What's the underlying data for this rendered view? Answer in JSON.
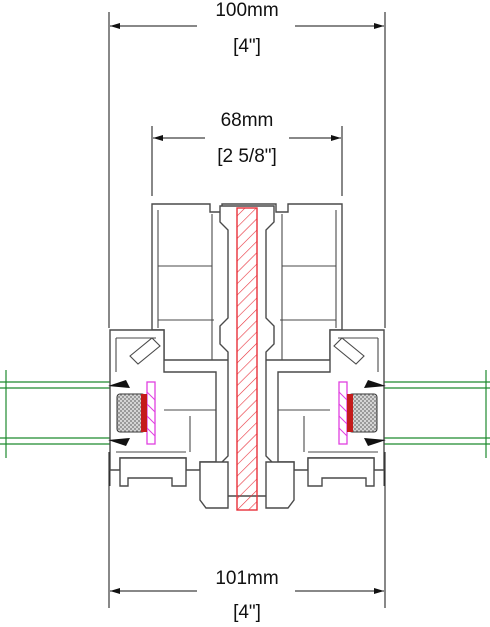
{
  "dimensions": {
    "top_overall": {
      "metric": "100mm",
      "imperial": "[4\"]"
    },
    "core": {
      "metric": "68mm",
      "imperial": "[2 5/8\"]"
    },
    "bottom_overall": {
      "metric": "101mm",
      "imperial": "[4\"]"
    }
  },
  "colors": {
    "outline": "#4a4a4a",
    "glazing": "#1e8a2e",
    "reinforcement": "#e8303a",
    "gasket": "#e040e0",
    "spacer": "#c41b1b",
    "dimension": "#111111"
  }
}
